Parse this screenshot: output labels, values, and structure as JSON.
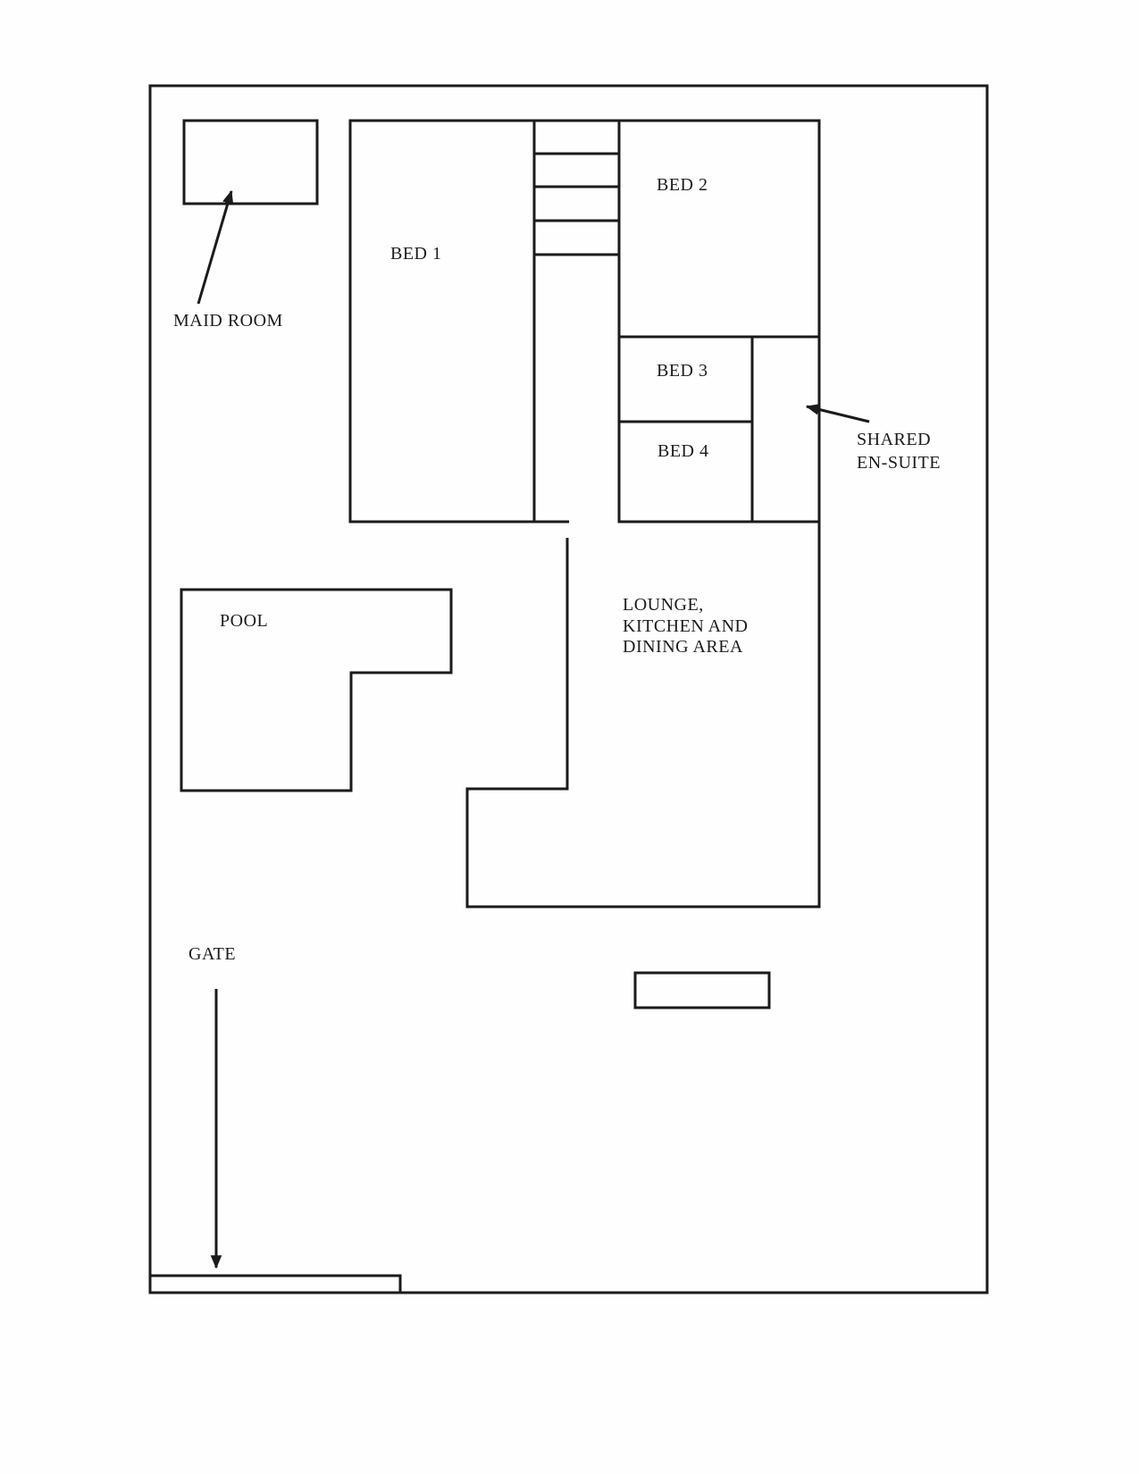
{
  "plan": {
    "rooms": {
      "maid_room": {
        "label": "MAID ROOM"
      },
      "bed_1": {
        "label": "BED 1"
      },
      "bed_2": {
        "label": "BED 2"
      },
      "bed_3": {
        "label": "BED 3"
      },
      "bed_4": {
        "label": "BED 4"
      },
      "shared_en_suite": {
        "lines": [
          "SHARED",
          "EN-SUITE"
        ]
      },
      "lounge_kitchen_dining": {
        "lines": [
          "LOUNGE,",
          "KITCHEN AND",
          "DINING AREA"
        ]
      },
      "pool": {
        "label": "POOL"
      },
      "gate": {
        "label": "GATE"
      }
    },
    "colors": {
      "wall": "#1b1b1b",
      "background": "#fefefe",
      "text": "#1c1c1c"
    }
  }
}
